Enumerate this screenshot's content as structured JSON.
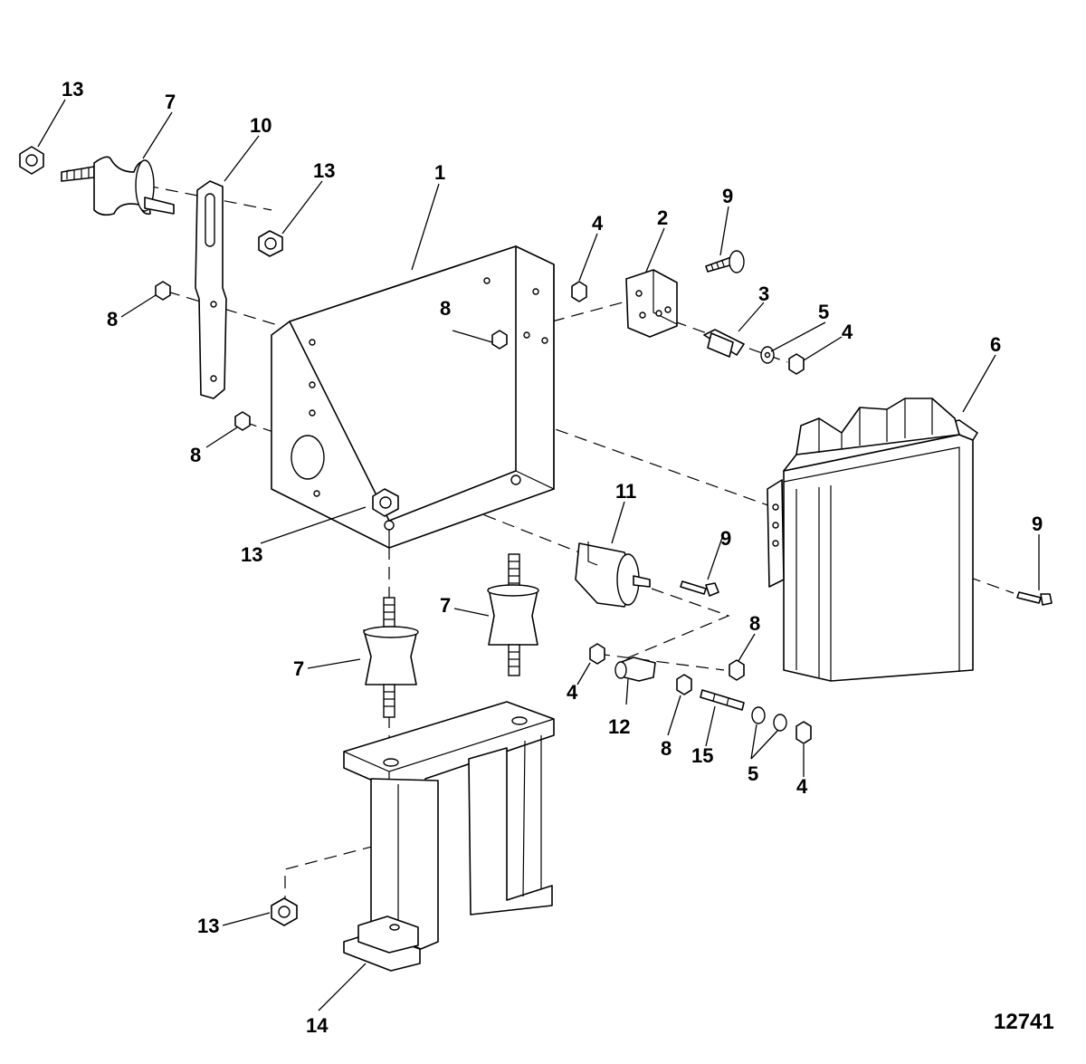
{
  "figure_number": "12741",
  "callouts": {
    "c13a": "13",
    "c7a": "7",
    "c10": "10",
    "c13b": "13",
    "c1": "1",
    "c4a": "4",
    "c2": "2",
    "c9a": "9",
    "c8a": "8",
    "c8b": "8",
    "c3": "3",
    "c5a": "5",
    "c4b": "4",
    "c6": "6",
    "c8c": "8",
    "c13c": "13",
    "c11": "11",
    "c9b": "9",
    "c9c": "9",
    "c7b": "7",
    "c7c": "7",
    "c8d": "8",
    "c4c": "4",
    "c12": "12",
    "c8e": "8",
    "c15": "15",
    "c5b": "5",
    "c4d": "4",
    "c13d": "13",
    "c14": "14"
  }
}
